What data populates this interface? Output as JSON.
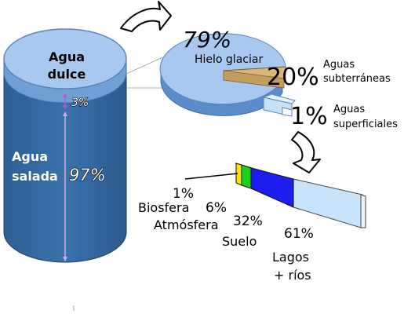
{
  "cylinder": {
    "fresh_label_line1": "Agua",
    "fresh_label_line2": "dulce",
    "fresh_pct": "3%",
    "salt_label_line1": "Agua",
    "salt_label_line2": "salada",
    "salt_pct": "97%",
    "colors": {
      "top": "#a9c8ef",
      "salt": "#34689f",
      "band": "#6f9fd4"
    }
  },
  "freshwater_pie": {
    "slices": [
      {
        "label": "Hielo glaciar",
        "pct": "79%",
        "value": 79,
        "color": "#a9c8ef"
      },
      {
        "label_line1": "Aguas",
        "label_line2": "subterráneas",
        "pct": "20%",
        "value": 20,
        "color": "#d9b77c"
      },
      {
        "label_line1": "Aguas",
        "label_line2": "superficiales",
        "pct": "1%",
        "value": 1,
        "color": "#d6ecfb"
      }
    ]
  },
  "surface_bar": {
    "segments": [
      {
        "label": "Biosfera",
        "pct": "1%",
        "value": 1,
        "color": "#f3e600"
      },
      {
        "label": "Atmósfera",
        "pct": "6%",
        "value": 6,
        "color": "#19d219"
      },
      {
        "label": "Suelo",
        "pct": "32%",
        "value": 32,
        "color": "#1d1df0"
      },
      {
        "label_line1": "Lagos",
        "label_line2": "+ ríos",
        "pct": "61%",
        "value": 61,
        "color": "#c9e3fa"
      }
    ]
  }
}
